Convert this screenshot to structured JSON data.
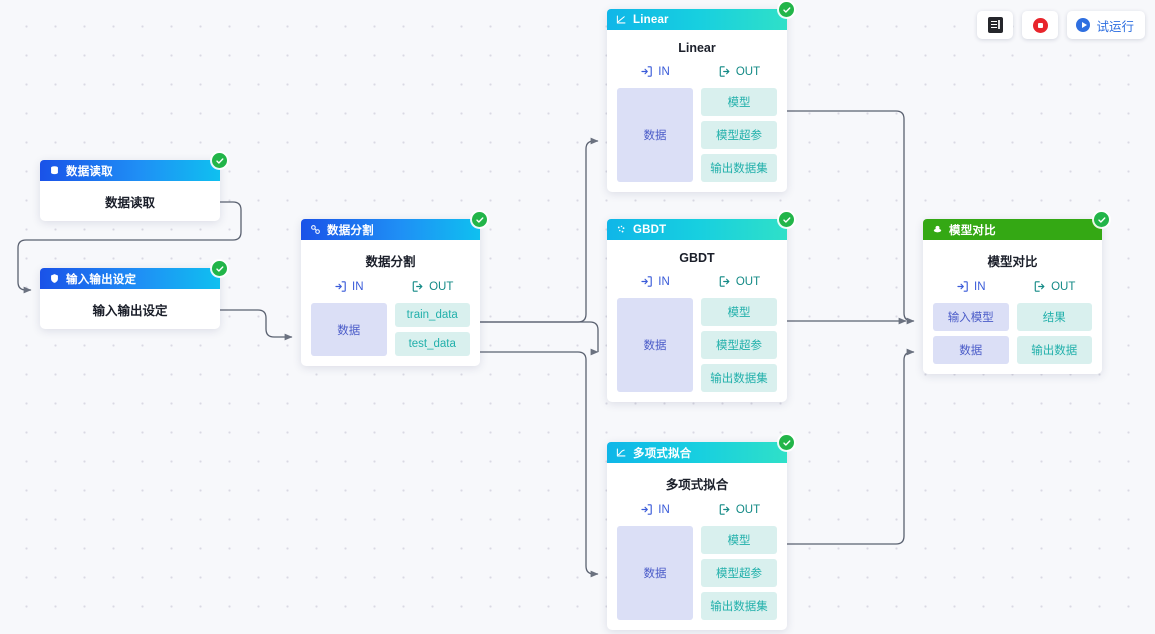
{
  "toolbar": {
    "buttons": [
      {
        "name": "log-button",
        "icon": "document-icon",
        "label": ""
      },
      {
        "name": "stop-button",
        "icon": "stop-record-icon",
        "label": ""
      },
      {
        "name": "trial-run-button",
        "icon": "play-icon",
        "label": "试运行"
      }
    ]
  },
  "port_headers": {
    "in": "IN",
    "out": "OUT"
  },
  "status_badge": "completed-check",
  "nodes": [
    {
      "id": "data-read",
      "header_label": "数据读取",
      "title": "数据读取",
      "header_style": "blue",
      "header_icon": "database-icon",
      "has_ports": false,
      "inputs": [],
      "outputs": []
    },
    {
      "id": "io-setting",
      "header_label": "输入输出设定",
      "title": "输入输出设定",
      "header_style": "blue",
      "header_icon": "shield-icon",
      "has_ports": false,
      "inputs": [],
      "outputs": []
    },
    {
      "id": "data-split",
      "header_label": "数据分割",
      "title": "数据分割",
      "header_style": "blue",
      "header_icon": "split-icon",
      "has_ports": true,
      "inputs": [
        "数据"
      ],
      "outputs": [
        "train_data",
        "test_data"
      ]
    },
    {
      "id": "linear",
      "header_label": "Linear",
      "title": "Linear",
      "header_style": "cyan",
      "header_icon": "linear-chart-icon",
      "has_ports": true,
      "inputs": [
        "数据"
      ],
      "outputs": [
        "模型",
        "模型超参",
        "输出数据集"
      ]
    },
    {
      "id": "gbdt",
      "header_label": "GBDT",
      "title": "GBDT",
      "header_style": "cyan",
      "header_icon": "scatter-icon",
      "has_ports": true,
      "inputs": [
        "数据"
      ],
      "outputs": [
        "模型",
        "模型超参",
        "输出数据集"
      ]
    },
    {
      "id": "poly-fit",
      "header_label": "多项式拟合",
      "title": "多项式拟合",
      "header_style": "cyan",
      "header_icon": "curve-chart-icon",
      "has_ports": true,
      "inputs": [
        "数据"
      ],
      "outputs": [
        "模型",
        "模型超参",
        "输出数据集"
      ]
    },
    {
      "id": "model-compare",
      "header_label": "模型对比",
      "title": "模型对比",
      "header_style": "green",
      "header_icon": "compare-icon",
      "has_ports": true,
      "inputs": [
        "输入模型",
        "数据"
      ],
      "outputs": [
        "结果",
        "输出数据"
      ]
    }
  ],
  "colors": {
    "canvas_bg": "#f7f8fb",
    "header_blue": "#1a52e8",
    "header_cyan": "#17cfe0",
    "header_green": "#34a814",
    "badge_green": "#22b549",
    "port_in_bg": "#dbdff6",
    "port_in_text": "#4a5bc8",
    "port_out_bg": "#d9f0ee",
    "port_out_text": "#22b0ab",
    "edge": "#5a6170",
    "accent_blue": "#2f6fe0",
    "stop_red": "#e8252c"
  }
}
